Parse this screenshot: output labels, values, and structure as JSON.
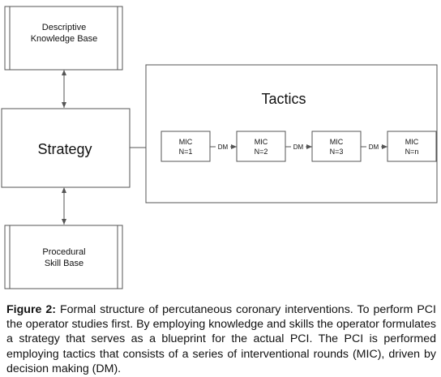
{
  "nodes": {
    "descriptive": [
      "Descriptive",
      "Knowledge Base"
    ],
    "procedural": [
      "Procedural",
      "Skill Base"
    ],
    "strategy": "Strategy",
    "tactics": "Tactics",
    "mic": [
      {
        "line1": "MIC",
        "line2": "N=1"
      },
      {
        "line1": "MIC",
        "line2": "N=2"
      },
      {
        "line1": "MIC",
        "line2": "N=3"
      },
      {
        "line1": "MIC",
        "line2": "N=n"
      }
    ],
    "dm_label": "DM"
  },
  "caption": {
    "label": "Figure 2:",
    "text": " Formal structure of percutaneous coronary interventions. To perform PCI the operator studies first. By employing knowledge and skills the operator formulates a strategy that serves as a blueprint for the actual PCI. The PCI is performed employing tactics that consists of a series of interventional rounds (MIC), driven by decision making (DM)."
  },
  "colors": {
    "stroke": "#555555",
    "text": "#111111",
    "background": "#ffffff"
  }
}
